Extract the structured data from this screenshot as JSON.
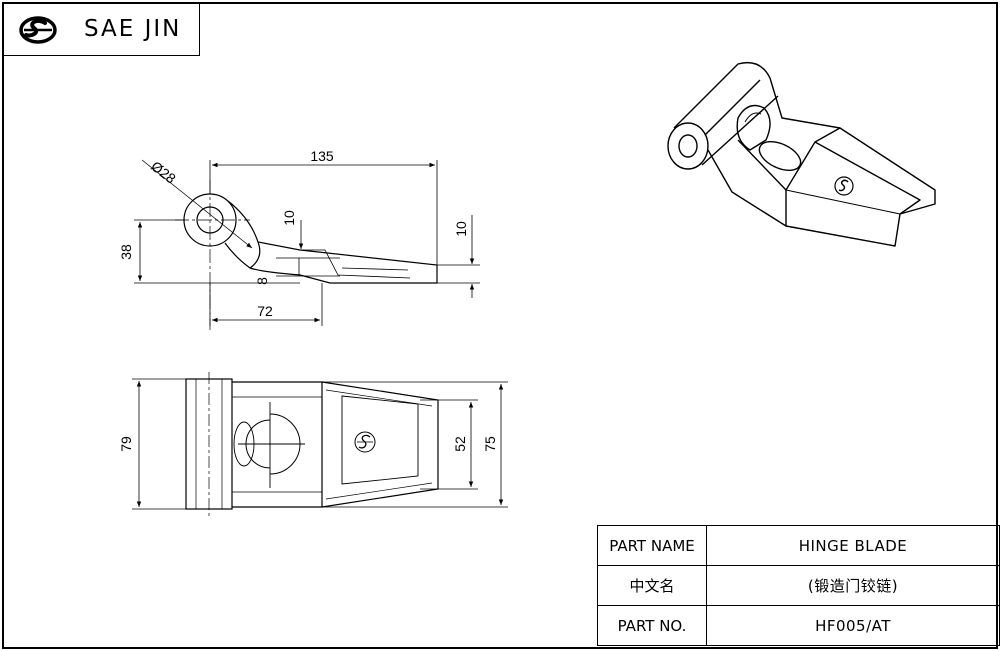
{
  "brand": {
    "name": "SAE JIN",
    "logo_icon": "saejin-logo-icon"
  },
  "dimensions": {
    "length_135": "135",
    "diameter_28": "Ø28",
    "height_38": "38",
    "thickness_10_top": "10",
    "thickness_8": "8",
    "thickness_10_right": "10",
    "offset_72": "72",
    "width_79": "79",
    "width_52": "52",
    "width_75": "75"
  },
  "title_block": {
    "part_name_label": "PART NAME",
    "part_name_value": "HINGE BLADE",
    "chinese_name_label": "中文名",
    "chinese_name_value": "(锻造门铰链)",
    "part_no_label": "PART NO.",
    "part_no_value": "HF005/AT"
  },
  "colors": {
    "line": "#000000",
    "background": "#ffffff"
  }
}
